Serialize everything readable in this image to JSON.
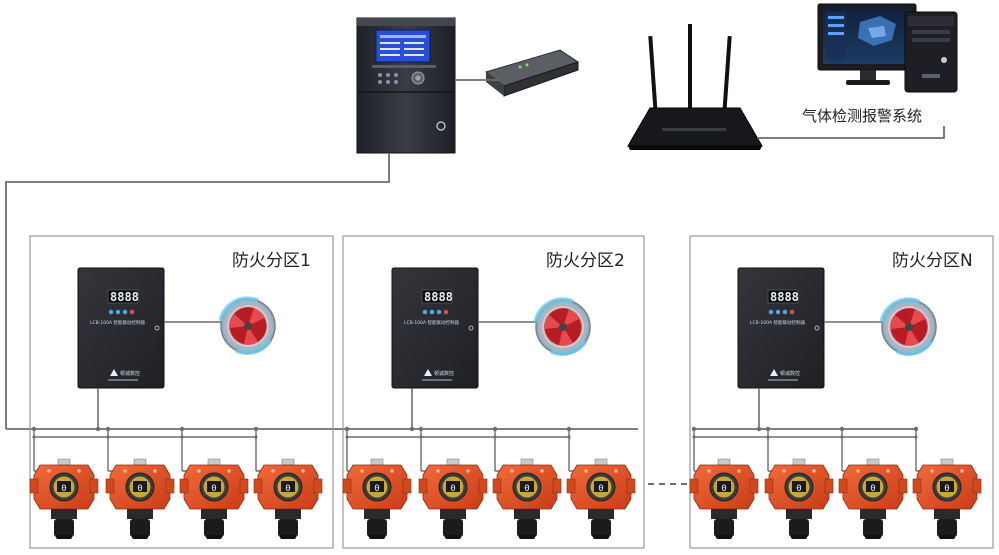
{
  "system": {
    "monitor_label": "气体检测报警系统"
  },
  "zones": [
    {
      "label": "防火分区1",
      "controller_model": "LCB-100A 智能联动控制器",
      "brand": "顿诚数控",
      "controller_digits": "8888"
    },
    {
      "label": "防火分区2",
      "controller_model": "LCB-100A 智能联动控制器",
      "brand": "顿诚数控",
      "controller_digits": "8888"
    },
    {
      "label": "防火分区N",
      "controller_model": "LCB-100A 智能联动控制器",
      "brand": "顿诚数控",
      "controller_digits": "8888"
    }
  ],
  "detector": {
    "display_value": "0"
  },
  "colors": {
    "detector_orange": "#e8542a",
    "line_gray": "#6d6d6d",
    "zone_border": "#9a9a9a",
    "controller_dark": "#25272c",
    "fan_red": "#d7262f",
    "fan_blue": "#6fc7e8",
    "panel_screen_blue": "#2a4fd6"
  }
}
